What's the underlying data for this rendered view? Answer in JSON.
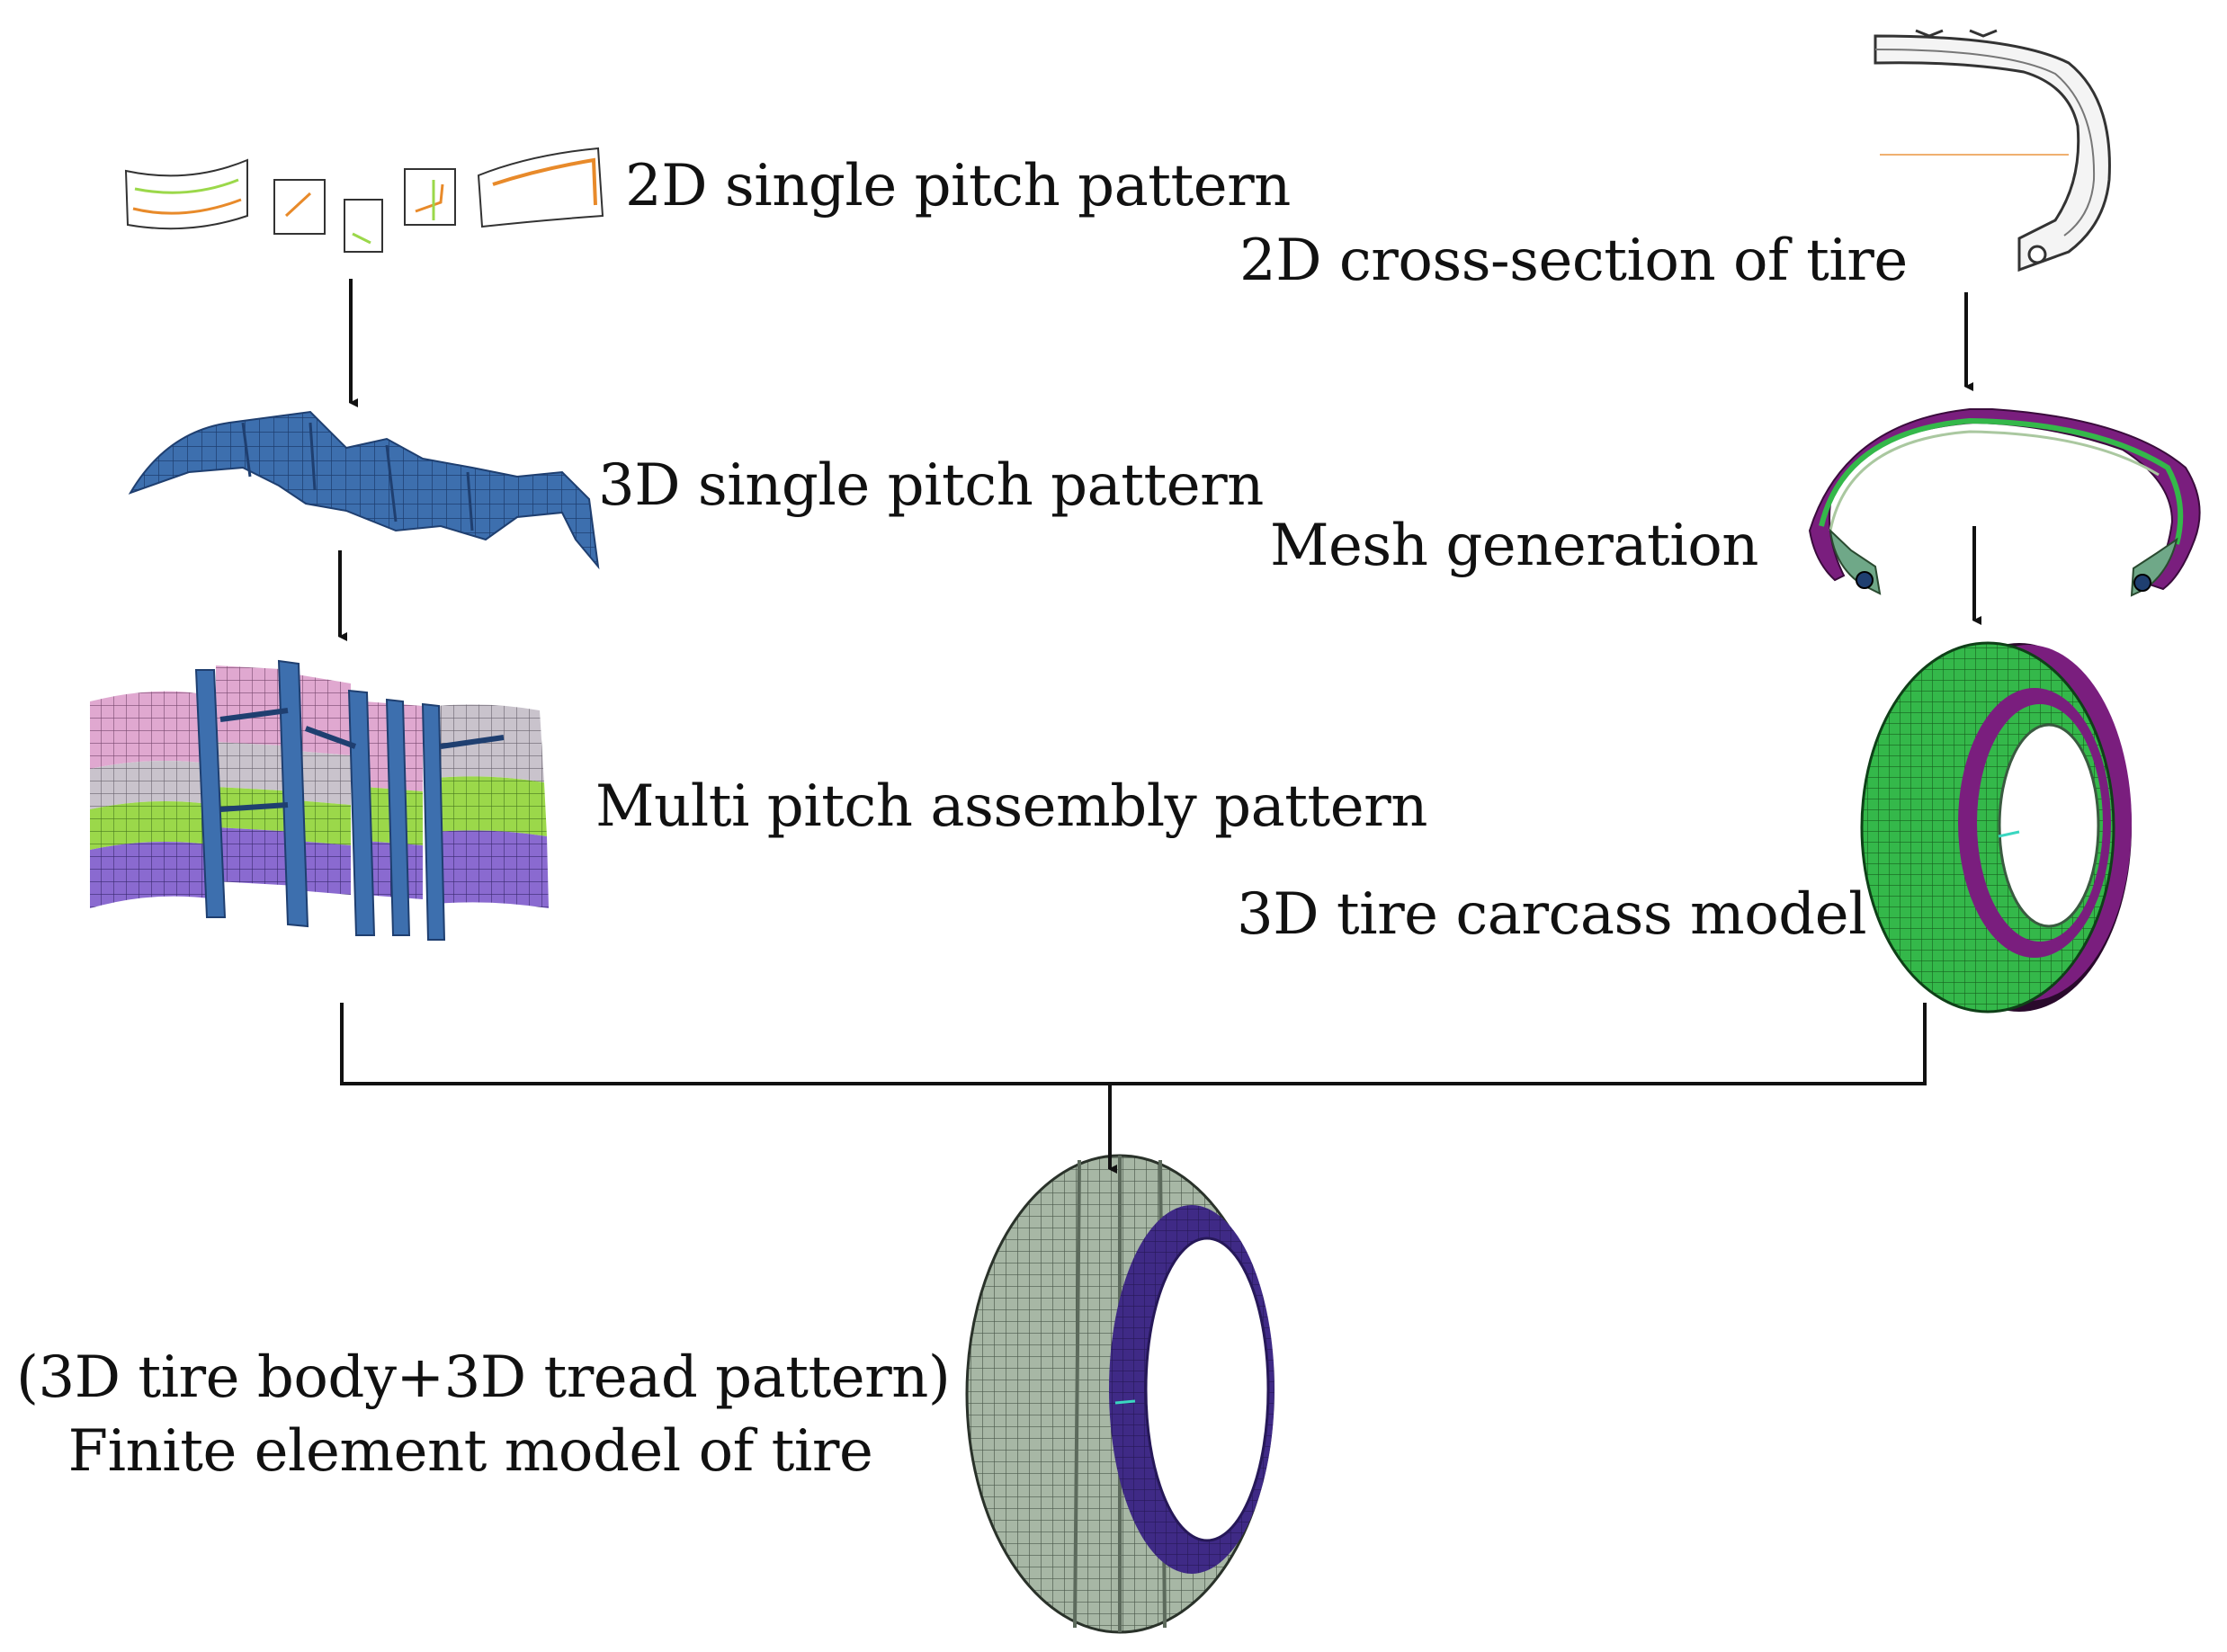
{
  "steps": {
    "pattern_2d": "2D single pitch pattern",
    "cross_section_2d": "2D cross-section of tire",
    "pattern_3d": "3D single pitch pattern",
    "mesh": "Mesh generation",
    "multi_pitch": "Multi pitch assembly pattern",
    "carcass_3d": "3D tire carcass model",
    "fem_line1": "(3D tire body+3D tread pattern)",
    "fem_line2": "Finite element model of tire"
  },
  "colors": {
    "tread_blue": "#3d6fae",
    "pink": "#e0a8d0",
    "lime": "#9bd84a",
    "violet": "#8a6ad0",
    "carcass_green": "#34b84a",
    "carcass_purple": "#7a1e7e",
    "tire_grey": "#a7b7a5",
    "sidewall_indigo": "#3f2a86",
    "orange_line": "#e88a2a",
    "arrow": "#111111"
  }
}
